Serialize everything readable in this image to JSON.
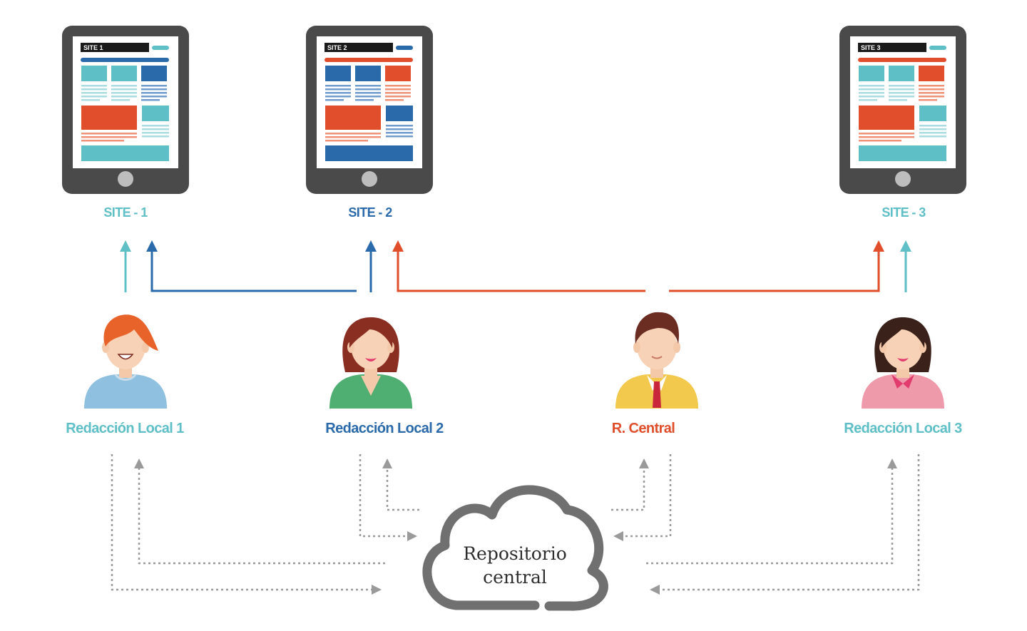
{
  "colors": {
    "teal": "#5fbfc6",
    "blue": "#2a6aab",
    "red": "#e04e2b",
    "gray": "#9a9a9a",
    "device": "#4a4a4a"
  },
  "sites": [
    {
      "screen_label": "SITE 1",
      "label": "SITE - 1",
      "color": "#5fbfc6",
      "tiles": [
        "teal",
        "teal",
        "blue",
        "red",
        "teal",
        "teal"
      ]
    },
    {
      "screen_label": "SITE 2",
      "label": "SITE - 2",
      "color": "#2a6aab",
      "tiles": [
        "blue",
        "blue",
        "red",
        "red",
        "blue",
        "blue"
      ]
    },
    {
      "screen_label": "SITE 3",
      "label": "SITE - 3",
      "color": "#5fbfc6",
      "tiles": [
        "teal",
        "teal",
        "red",
        "red",
        "teal",
        "teal"
      ]
    }
  ],
  "people": [
    {
      "label": "Redacción Local 1",
      "color": "#5fbfc6",
      "hair": "#e8632a",
      "shirt": "#8fc0e0"
    },
    {
      "label": "Redacción Local 2",
      "color": "#2a6aab",
      "hair": "#8a2e22",
      "shirt": "#4fae72"
    },
    {
      "label": "R. Central",
      "color": "#e04e2b",
      "hair": "#6b2c22",
      "shirt": "#f2c94c"
    },
    {
      "label": "Redacción Local 3",
      "color": "#5fbfc6",
      "hair": "#3a221b",
      "shirt": "#ee9aaa"
    }
  ],
  "repository": {
    "line1": "Repositorio",
    "line2": "central"
  }
}
